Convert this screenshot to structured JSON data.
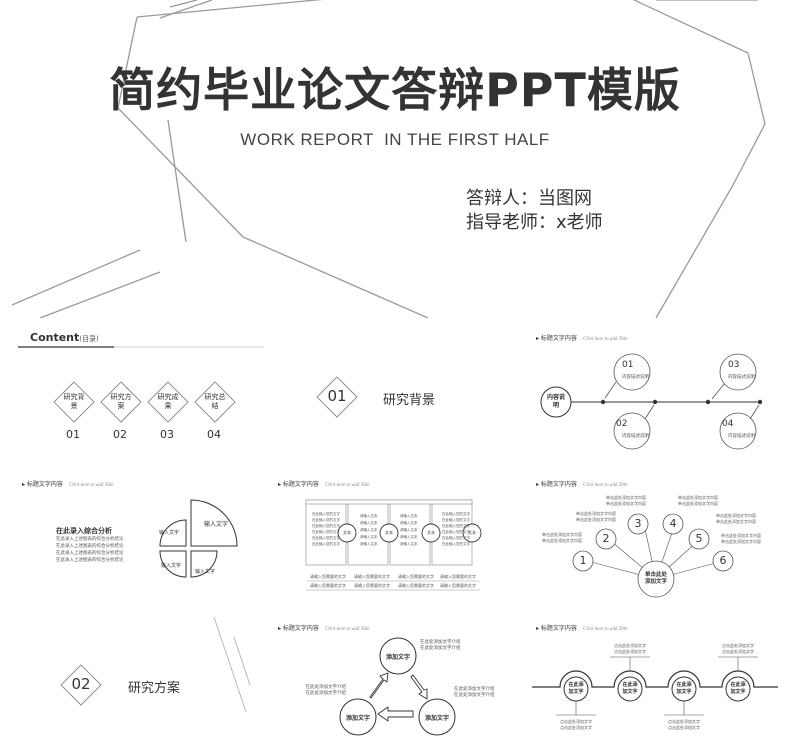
{
  "hero": {
    "title": "简约毕业论文答辩PPT模版",
    "subtitle": "WORK REPORT  IN THE FIRST HALF",
    "presenter": "答辩人：当图网",
    "advisor": "指导老师：x老师"
  },
  "slide_header": {
    "cn": "标题文字内容",
    "en": "Click here to add Title"
  },
  "contents": {
    "title": "Content",
    "title_cn": "(目录)",
    "items": [
      {
        "label": "研究背景",
        "num": "01"
      },
      {
        "label": "研究方案",
        "num": "02"
      },
      {
        "label": "研究成果",
        "num": "03"
      },
      {
        "label": "研究总结",
        "num": "04"
      }
    ]
  },
  "section1": {
    "num": "01",
    "title": "研究背景"
  },
  "section2": {
    "num": "02",
    "title": "研究方案"
  },
  "timeline": {
    "center": "内容说明",
    "nodes": [
      {
        "num": "01",
        "text": "内容描述说明"
      },
      {
        "num": "02",
        "text": "内容描述说明"
      },
      {
        "num": "03",
        "text": "内容描述说明"
      },
      {
        "num": "04",
        "text": "内容描述说明"
      }
    ]
  },
  "clover": {
    "heading": "在此录入综合分析",
    "lines": [
      "在此录入上述图表的综合分析结论",
      "在此录入上述图表的综合分析结论",
      "在此录入上述图表的综合分析结论",
      "在此录入上述图表的综合分析结论"
    ],
    "petals": [
      "输入文字",
      "输入文字",
      "输入文字",
      "输入文字"
    ]
  },
  "panels": {
    "circle_label": "文本",
    "lines_left": [
      "在此输入您的文字",
      "在此输入您的文字",
      "在此输入您的文字",
      "在此输入您的文字",
      "在此输入您的文字",
      "在此输入您的文字"
    ],
    "lines_right": [
      "请输入文本",
      "请输入文本",
      "请输入文本",
      "请输入文本",
      "请输入文本"
    ],
    "captions": [
      "请输入您需要的文字",
      "请输入您需要的文字",
      "请输入您需要的文字",
      "请输入您需要的文字"
    ]
  },
  "radial": {
    "center": [
      "单击此处",
      "添加文字"
    ],
    "nums": [
      "1",
      "2",
      "3",
      "4",
      "5",
      "6"
    ],
    "notes": [
      "单击此处添加文字内容",
      "单击此处添加文字内容"
    ]
  },
  "cycle": {
    "node": "添加文字",
    "note_a": "在此处添加文字介绍",
    "note_b": "在此处添加文字介绍"
  },
  "road": {
    "node": [
      "在此添",
      "加文字"
    ],
    "note": "点击此处添加文字"
  }
}
